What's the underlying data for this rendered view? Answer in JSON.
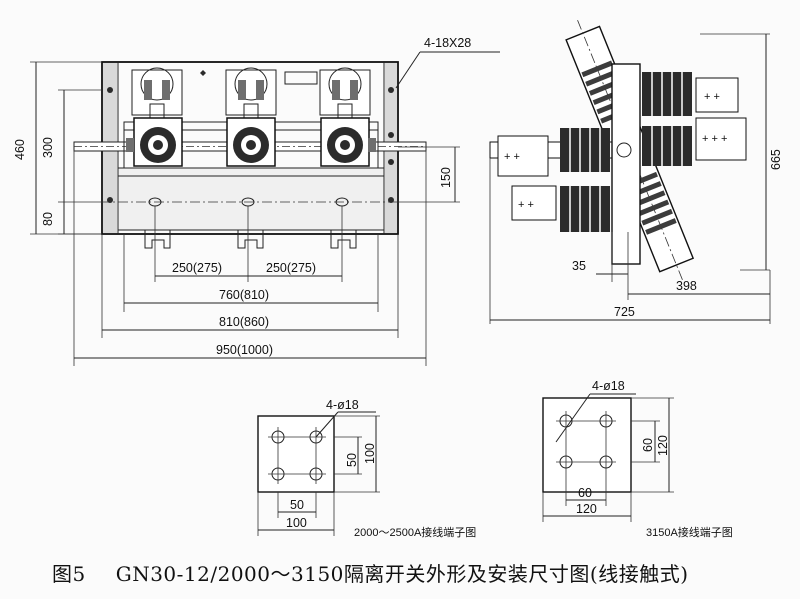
{
  "front_view": {
    "dims": {
      "slot": "4-18X28",
      "h_total": "460",
      "h_mid": "300",
      "h_low": "80",
      "h_right": "150",
      "pitch_1": "250(275)",
      "pitch_2": "250(275)",
      "w_760": "760(810)",
      "w_810": "810(860)",
      "w_950": "950(1000)"
    }
  },
  "side_view": {
    "dims": {
      "h": "665",
      "w_35": "35",
      "w_398": "398",
      "w_725": "725"
    }
  },
  "terminal_small": {
    "holes": "4-ø18",
    "v50": "50",
    "v100": "100",
    "h50": "50",
    "h100": "100",
    "caption": "2000～2500A接线端子图"
  },
  "terminal_large": {
    "holes": "4-ø18",
    "v60": "60",
    "v120": "120",
    "h60": "60",
    "h120": "120",
    "caption": "3150A接线端子图"
  },
  "figure": {
    "number": "图5",
    "title": "GN30-12/2000～3150隔离开关外形及安装尺寸图(线接触式)"
  }
}
